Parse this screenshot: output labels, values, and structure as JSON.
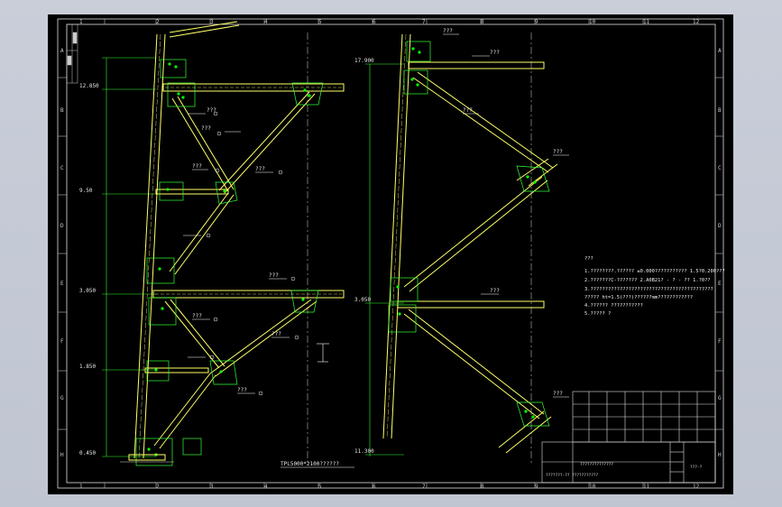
{
  "grid": {
    "columns": [
      "1",
      "2",
      "3",
      "4",
      "5",
      "6",
      "7",
      "8",
      "9",
      "10",
      "11",
      "12"
    ],
    "rows": [
      "A",
      "B",
      "C",
      "D",
      "E",
      "F",
      "G",
      "H"
    ]
  },
  "drawing": {
    "left_section_caption": "TPL5000*2100??????",
    "left_levels": [
      "12.850",
      "9.50",
      "3.050",
      "1.850",
      "0.450"
    ],
    "right_levels": [
      "17.900",
      "3.050",
      "11.300"
    ],
    "member_tags_left": [
      "???",
      "???",
      "???",
      "???",
      "???",
      "???",
      "???",
      "???"
    ],
    "member_tags_right": [
      "???",
      "???",
      "???",
      "???",
      "???",
      "???"
    ]
  },
  "notes": {
    "heading": "???",
    "items": [
      "1.????????.?????? ±0.000??????????? 1.5?0.200???",
      "2.???????C-??????? 2.A0B21? - ? - ?? 1.?0??",
      "3.??????????????????????????????????????????",
      "  ????? ht=1.5(???)??????mm????????????",
      "4.?????? ???????????",
      "5.????? ?"
    ]
  },
  "title_block": {
    "company_line": "??????????????",
    "drawing_line": "???????-?? ???????????",
    "sheet_code": "???-?"
  },
  "colors": {
    "background": "#000000",
    "steel": "#ffff66",
    "dimension": "#33ff33",
    "annotation": "#ffffff",
    "bolt": "#00ff00"
  }
}
